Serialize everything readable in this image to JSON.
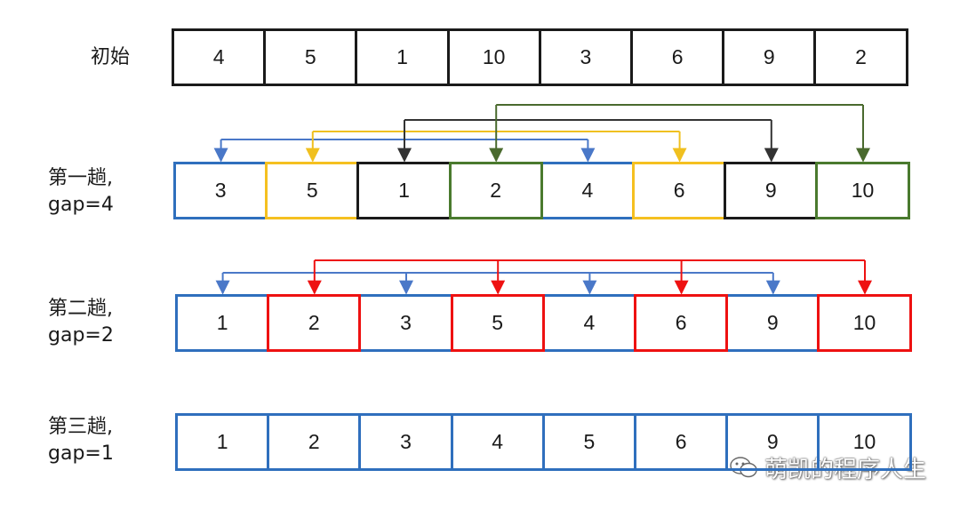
{
  "colors": {
    "black": "#1a1a1a",
    "blue": "#2f6fbd",
    "yellow": "#f5c020",
    "green": "#4a7a2e",
    "red": "#ee1111",
    "arrow_blue": "#4a78c8",
    "arrow_yellow": "#f0c020",
    "arrow_black": "#333333",
    "arrow_green": "#4a6a2e",
    "arrow_red": "#ee1111"
  },
  "rows": [
    {
      "label_lines": [
        "初始"
      ],
      "values": [
        "4",
        "5",
        "1",
        "10",
        "3",
        "6",
        "9",
        "2"
      ],
      "cell_colors": [
        "black",
        "black",
        "black",
        "black",
        "black",
        "black",
        "black",
        "black"
      ]
    },
    {
      "label_lines": [
        "第一趟,",
        "gap=4"
      ],
      "values": [
        "3",
        "5",
        "1",
        "2",
        "4",
        "6",
        "9",
        "10"
      ],
      "cell_colors": [
        "blue",
        "yellow",
        "black",
        "green",
        "blue",
        "yellow",
        "black",
        "green"
      ]
    },
    {
      "label_lines": [
        "第二趟,",
        "gap=2"
      ],
      "values": [
        "1",
        "2",
        "3",
        "5",
        "4",
        "6",
        "9",
        "10"
      ],
      "cell_colors": [
        "blue",
        "red",
        "blue",
        "red",
        "blue",
        "red",
        "blue",
        "red"
      ]
    },
    {
      "label_lines": [
        "第三趟,",
        "gap=1"
      ],
      "values": [
        "1",
        "2",
        "3",
        "4",
        "5",
        "6",
        "9",
        "10"
      ],
      "cell_colors": [
        "blue",
        "blue",
        "blue",
        "blue",
        "blue",
        "blue",
        "blue",
        "blue"
      ]
    }
  ],
  "arrow_groups": [
    {
      "into_row": 1,
      "color": "arrow_blue",
      "cells": [
        0,
        4
      ]
    },
    {
      "into_row": 1,
      "color": "arrow_yellow",
      "cells": [
        1,
        5
      ]
    },
    {
      "into_row": 1,
      "color": "arrow_black",
      "cells": [
        2,
        6
      ]
    },
    {
      "into_row": 1,
      "color": "arrow_green",
      "cells": [
        3,
        7
      ]
    },
    {
      "into_row": 2,
      "color": "arrow_blue",
      "cells": [
        0,
        2,
        4,
        6
      ]
    },
    {
      "into_row": 2,
      "color": "arrow_red",
      "cells": [
        1,
        3,
        5,
        7
      ]
    }
  ],
  "watermark": {
    "text": "萌凯的程序人生",
    "icon": "wechat-icon"
  }
}
